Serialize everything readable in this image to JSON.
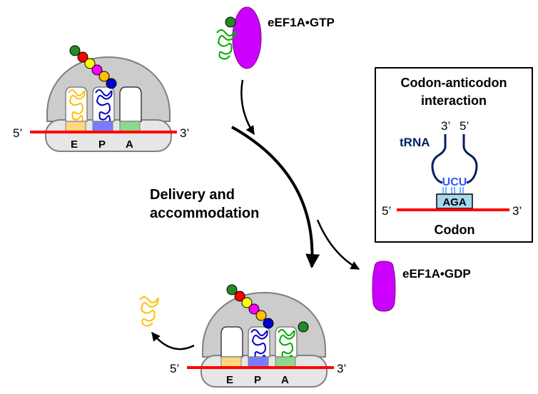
{
  "labels": {
    "eef1a_gtp": "eEF1A•GTP",
    "eef1a_gdp": "eEF1A•GDP",
    "delivery_line1": "Delivery and",
    "delivery_line2": "accommodation"
  },
  "ribosome_top": {
    "five_prime": "5’",
    "three_prime": "3’",
    "site_e": "E",
    "site_p": "P",
    "site_a": "A"
  },
  "ribosome_bottom": {
    "five_prime": "5’",
    "three_prime": "3’",
    "site_e": "E",
    "site_p": "P",
    "site_a": "A"
  },
  "inset": {
    "title_line1": "Codon-anticodon",
    "title_line2": "interaction",
    "trna_label": "tRNA",
    "trna_three_prime": "3’",
    "trna_five_prime": "5’",
    "anticodon": "UCU",
    "codon_seq": "AGA",
    "mrna_five_prime": "5’",
    "mrna_three_prime": "3’",
    "codon_label": "Codon"
  },
  "colors": {
    "mrna": "#ff0000",
    "ribosome": "#cccccc",
    "ribosome_stroke": "#808080",
    "site_e": "#ffd580",
    "site_p": "#7b7bff",
    "site_a": "#8fd68f",
    "trna_yellow": "#ffc000",
    "trna_blue": "#0000cc",
    "trna_green": "#00aa00",
    "eef1a": "#cc00ff",
    "inset_navy": "#002060",
    "anticodon_blue": "#3355ff",
    "codon_box": "#a6d8f0",
    "peptide": [
      "#228b22",
      "#ff0000",
      "#ffff00",
      "#ff00ff",
      "#ffc000",
      "#0000cc"
    ]
  }
}
